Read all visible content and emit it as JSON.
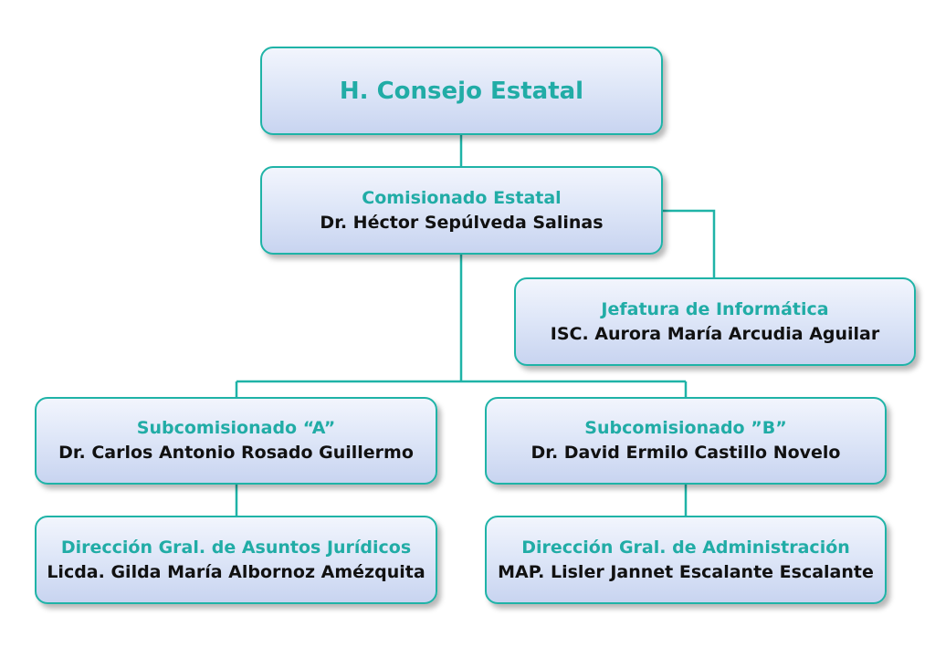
{
  "organigrama": {
    "consejo": {
      "title": "H. Consejo Estatal"
    },
    "comisionado": {
      "title": "Comisionado Estatal",
      "person": "Dr. Héctor Sepúlveda Salinas"
    },
    "informatica": {
      "title": "Jefatura de Informática",
      "person": "ISC. Aurora María Arcudia Aguilar"
    },
    "subcomisionado_a": {
      "title": "Subcomisionado “A”",
      "person": "Dr. Carlos Antonio Rosado Guillermo"
    },
    "subcomisionado_b": {
      "title": "Subcomisionado ”B”",
      "person": "Dr. David Ermilo Castillo Novelo"
    },
    "juridicos": {
      "title": "Dirección Gral. de Asuntos Jurídicos",
      "person": "Licda. Gilda María Albornoz Amézquita"
    },
    "administracion": {
      "title": "Dirección Gral. de Administración",
      "person": "MAP. Lisler Jannet Escalante Escalante"
    }
  },
  "colors": {
    "accent": "#1fb3a7",
    "title_text": "#21aca6",
    "box_fill_top": "#f2f5fd",
    "box_fill_bottom": "#c8d4f0",
    "connector": "#1fb3a7"
  }
}
